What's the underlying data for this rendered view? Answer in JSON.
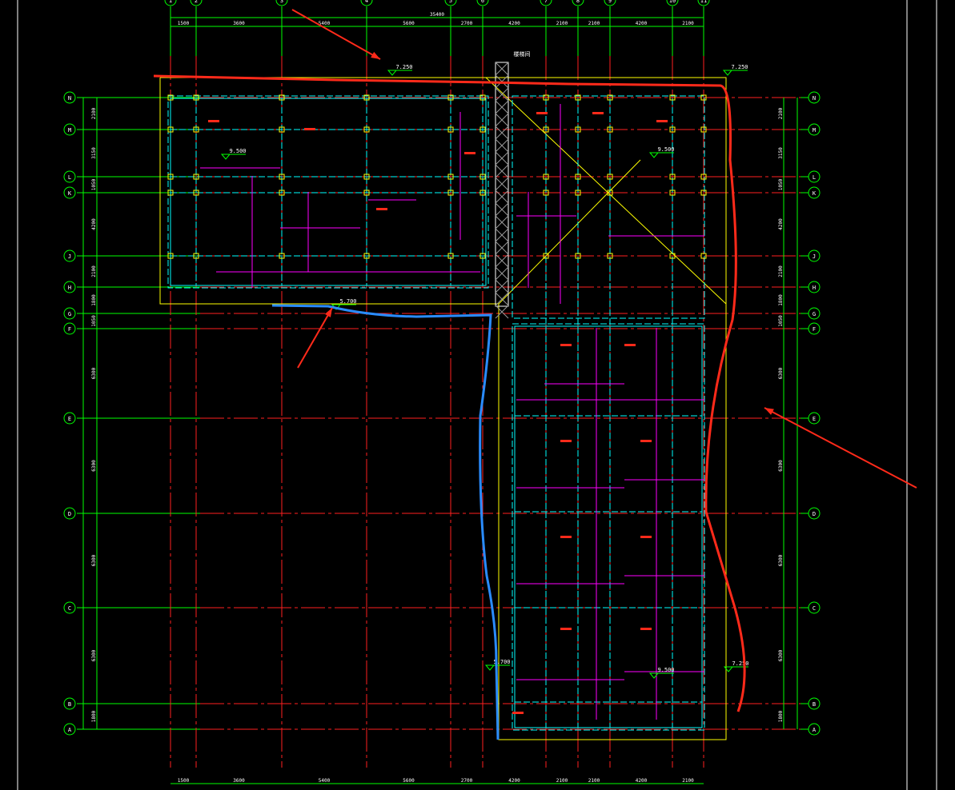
{
  "axes_vertical": [
    "1",
    "2",
    "3",
    "4",
    "5",
    "6",
    "7",
    "8",
    "9",
    "10",
    "11"
  ],
  "axes_horizontal": [
    "N",
    "M",
    "L",
    "K",
    "J",
    "H",
    "G",
    "F",
    "E",
    "D",
    "C",
    "B",
    "A"
  ],
  "top_dims": [
    "1500",
    "3600",
    "5400",
    "5600",
    "2700",
    "4200",
    "2100",
    "2100",
    "4200",
    "2100"
  ],
  "top_total": "35400",
  "bottom_dims": [
    "1500",
    "3600",
    "5400",
    "5600",
    "2700",
    "4200",
    "2100",
    "2100",
    "4200",
    "2100"
  ],
  "left_dims": [
    "2100",
    "3150",
    "1050",
    "4200",
    "2100",
    "1800",
    "1050",
    "6300",
    "6300",
    "6300",
    "6300",
    "1800"
  ],
  "elevations": [
    "7.250",
    "9.500",
    "5.700",
    "9.500",
    "7.250",
    "5.700",
    "7.250",
    "9.500"
  ],
  "shaft_label": "楼梯间",
  "colors": {
    "grid": "#ff2020",
    "dim": "#00ff00",
    "outline": "#ffff00",
    "beam": "#00ffff",
    "wall": "#ff00ff",
    "markup_red": "#ff2a1a",
    "markup_blue": "#2a8cff"
  }
}
